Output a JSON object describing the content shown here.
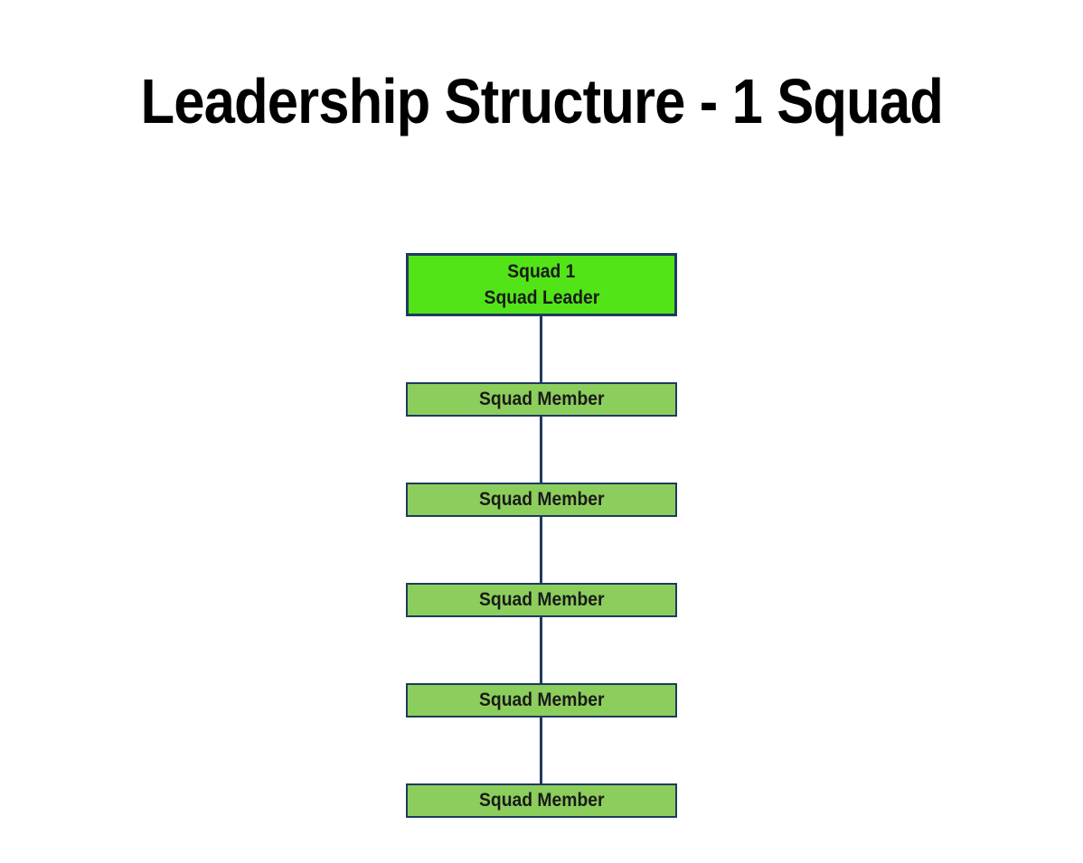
{
  "title": "Leadership Structure - 1 Squad",
  "colors": {
    "title_text": "#000000",
    "leader_fill": "#53e417",
    "member_fill": "#8cce5c",
    "node_border": "#1e3a5f",
    "connector": "#1e3a5f",
    "node_text": "#1a1a1a"
  },
  "diagram": {
    "leader": {
      "line1": "Squad 1",
      "line2": "Squad Leader"
    },
    "members": [
      "Squad Member",
      "Squad Member",
      "Squad Member",
      "Squad Member",
      "Squad Member"
    ]
  }
}
